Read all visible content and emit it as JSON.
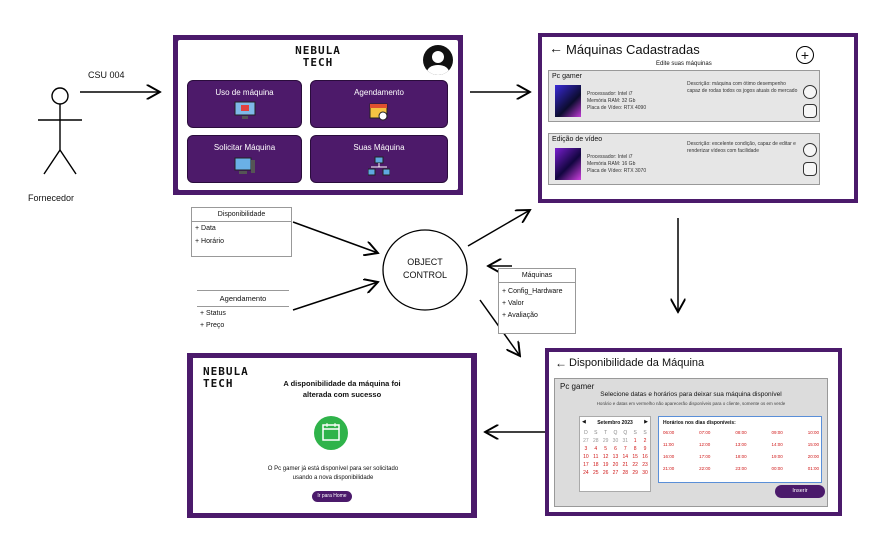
{
  "actor": {
    "label": "Fornecedor"
  },
  "flow_label": "CSU 004",
  "home": {
    "logo": [
      "NEBULA",
      "TECH"
    ],
    "tiles": [
      {
        "label": "Uso de máquina"
      },
      {
        "label": "Agendamento"
      },
      {
        "label": "Solicitar Máquina"
      },
      {
        "label": "Suas Máquina"
      }
    ]
  },
  "registered": {
    "title": "Máquinas Cadastradas",
    "subtitle": "Edite suas máquinas",
    "machines": [
      {
        "name": "Pc gamer",
        "specs": [
          "Processador: Intel i7",
          "Memória RAM: 32 Gb",
          "Placa de Vídeo: RTX 4090"
        ],
        "description": "Descrição: máquina com ótimo desempenho capaz de rodas todos os jogos atuais do mercado"
      },
      {
        "name": "Edição de vídeo",
        "specs": [
          "Processador: Intel i7",
          "Memória RAM: 16 Gb",
          "Placa de Vídeo: RTX 3070"
        ],
        "description": "Descrição: excelente condição, capaz de editar e renderizar vídeos com facilidade"
      }
    ]
  },
  "classes": {
    "disponibilidade": {
      "title": "Disponibilidade",
      "items": [
        "+ Data",
        "+ Horário"
      ]
    },
    "agendamento": {
      "title": "Agendamento",
      "items": [
        "+ Status",
        "+ Preço"
      ]
    },
    "maquinas": {
      "title": "Máquinas",
      "items": [
        "+ Config_Hardware",
        "+ Valor",
        "+ Avaliação"
      ]
    }
  },
  "object_control": [
    "OBJECT",
    "CONTROL"
  ],
  "availability": {
    "title": "Disponibilidade da Máquina",
    "machine": "Pc gamer",
    "instruction": "Selecione datas e horários para deixar sua máquina disponível",
    "note": "Horário e datas em vermelho não aparecerão disponíveis para o cliente, somente os em verde",
    "calendar": {
      "month": "Setembro 2023",
      "weekdays": [
        "D",
        "S",
        "T",
        "Q",
        "Q",
        "S",
        "S"
      ],
      "rows": [
        [
          "27",
          "28",
          "29",
          "30",
          "31",
          "1",
          "2"
        ],
        [
          "3",
          "4",
          "5",
          "6",
          "7",
          "8",
          "9"
        ],
        [
          "10",
          "11",
          "12",
          "13",
          "14",
          "15",
          "16"
        ],
        [
          "17",
          "18",
          "19",
          "20",
          "21",
          "22",
          "23"
        ],
        [
          "24",
          "25",
          "26",
          "27",
          "28",
          "29",
          "30"
        ]
      ]
    },
    "slots_title": "Horários nos dias disponíveis:",
    "slots": [
      [
        "06:00",
        "07:00",
        "08:00",
        "09:00",
        "10:00"
      ],
      [
        "11:00",
        "12:00",
        "13:00",
        "14:00",
        "15:00"
      ],
      [
        "16:00",
        "17:00",
        "18:00",
        "19:00",
        "20:00"
      ],
      [
        "21:00",
        "22:00",
        "23:00",
        "00:00",
        "01:00"
      ]
    ],
    "insert": "Inserir"
  },
  "success": {
    "logo": [
      "NEBULA",
      "TECH"
    ],
    "heading": "A disponibilidade da máquina foi alterada com sucesso",
    "message": "O Pc gamer já está disponível para ser solicitado usando a nova disponibilidade",
    "button": "Ir para Home"
  },
  "colors": {
    "panel": "#4b1a6b",
    "tile": "#4d1a6a",
    "success": "#2fb34a",
    "red": "#d01818"
  }
}
